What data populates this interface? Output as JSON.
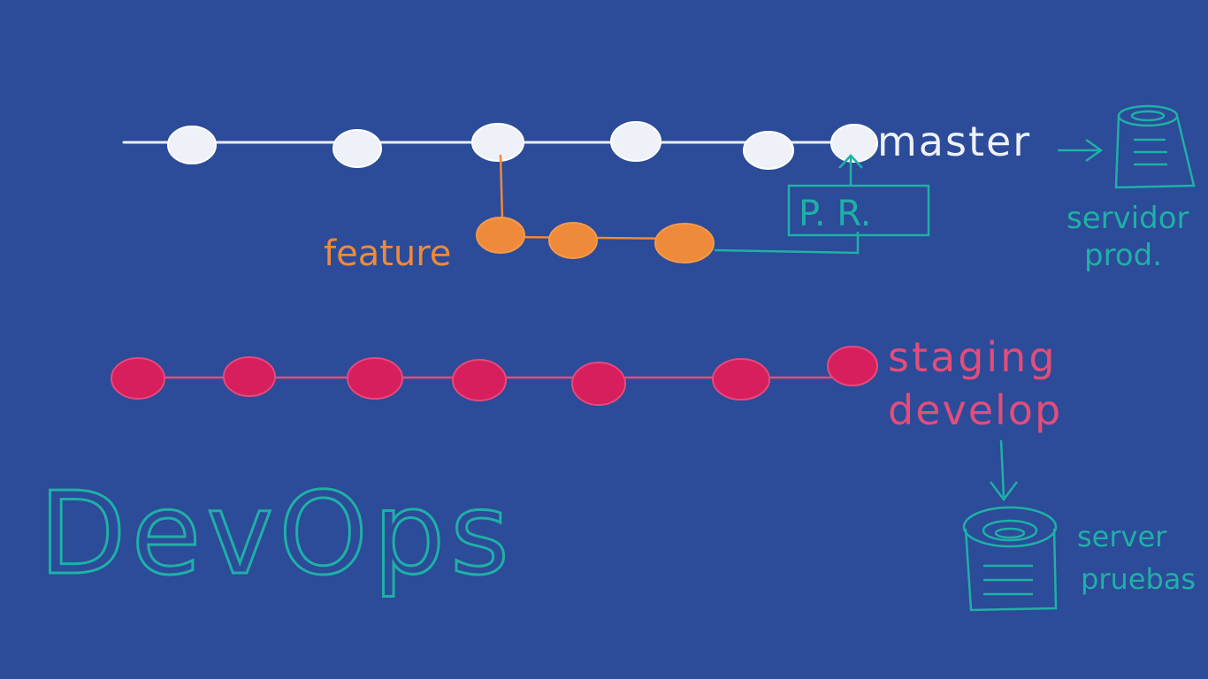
{
  "colors": {
    "background": "#2c4b99",
    "master": "#e8ecf6",
    "feature": "#ee8a3a",
    "develop": "#d61f5c",
    "teal": "#1fb0a6",
    "pink_text": "#e24d7a"
  },
  "branches": {
    "master": {
      "label": "master",
      "commit_count": 6
    },
    "feature": {
      "label": "feature",
      "commit_count": 3
    },
    "develop": {
      "label_top": "staging",
      "label_bottom": "develop",
      "commit_count": 7
    }
  },
  "pull_request": {
    "label": "P. R."
  },
  "servers": {
    "production": {
      "line1": "servidor",
      "line2": "prod."
    },
    "testing": {
      "line1": "server",
      "line2": "pruebas"
    }
  },
  "title": "DevOps",
  "icons": [
    "database-icon",
    "database-icon",
    "arrow-right-icon",
    "arrow-up-icon",
    "arrow-down-icon"
  ]
}
